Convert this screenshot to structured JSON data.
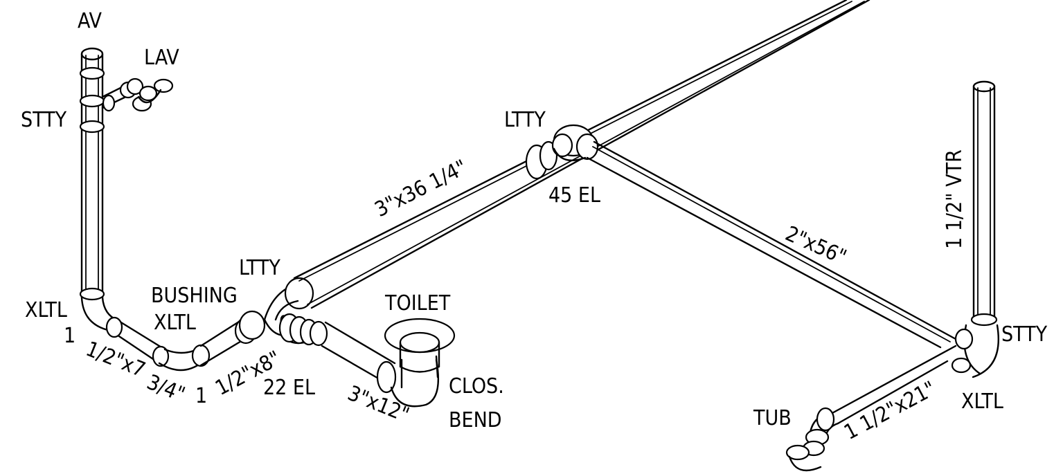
{
  "labels": {
    "av": "AV",
    "lav": "LAV",
    "stty_left": "STTY",
    "xltl_left": "XLTL",
    "dim_1": "1",
    "dim_1_2x7": "1/2\"x7",
    "dim_3_4": "3/4\"",
    "bushing": "BUSHING",
    "xltl_bushing": "XLTL",
    "dim_1b": "1",
    "dim_1_2x8": "1/2\"x8\"",
    "ltty_lower": "LTTY",
    "el_22": "22  EL",
    "dim_3x12": "3\"x12\"",
    "toilet": "TOILET",
    "clos": "CLOS.",
    "bend": "BEND",
    "dim_3x36": "3\"x36  1/4\"",
    "ltty_upper": "LTTY",
    "el_45": "45  EL",
    "dim_2x56": "2\"x56\"",
    "vtr": "1  1/2\"  VTR",
    "stty_right": "STTY",
    "xltl_right": "XLTL",
    "tub": "TUB",
    "dim_1_1_2x21": "1  1/2\"x21\""
  },
  "colors": {
    "line": "#000000",
    "background": "#ffffff"
  }
}
